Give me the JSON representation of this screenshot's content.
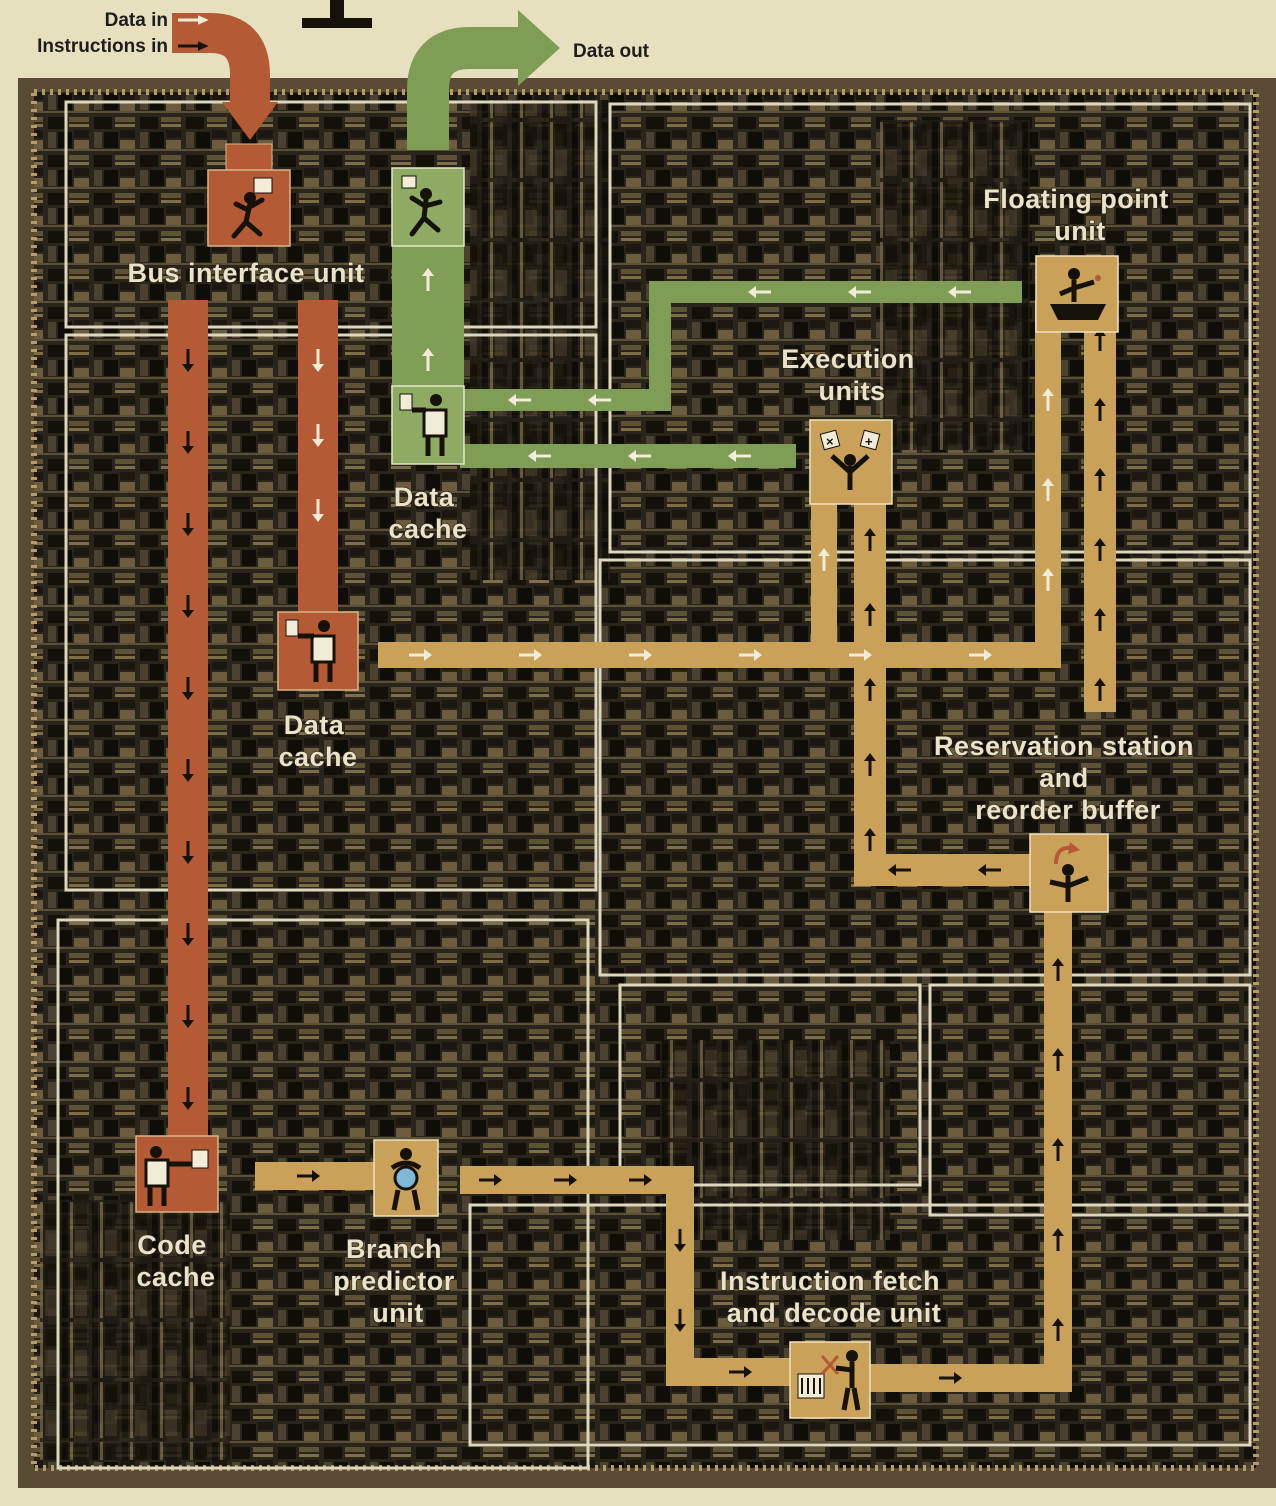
{
  "top_labels": {
    "data_in": "Data in",
    "instructions_in": "Instructions in",
    "data_out": "Data out"
  },
  "units": {
    "bus_interface": [
      "Bus interface unit"
    ],
    "data_cache_upper": [
      "Data",
      "cache"
    ],
    "data_cache_lower": [
      "Data",
      "cache"
    ],
    "floating_point": [
      "Floating point",
      "unit"
    ],
    "execution_units": [
      "Execution",
      "units"
    ],
    "reservation_station": [
      "Reservation station",
      "and",
      "reorder buffer"
    ],
    "code_cache": [
      "Code",
      "cache"
    ],
    "branch_predictor": [
      "Branch",
      "predictor",
      "unit"
    ],
    "instruction_fetch": [
      "Instruction fetch",
      "and decode unit"
    ]
  },
  "icons": {
    "bus_interface": "running-figure-icon",
    "data_cache_upper": "running-figure-icon",
    "data_cache_read": "filing-figure-icon",
    "data_cache_lower": "filing-figure-icon",
    "floating_point": "boat-figure-icon",
    "execution_units": "juggling-math-figure-icon",
    "reservation_station": "reorder-figure-icon",
    "code_cache": "filing-figure-icon",
    "branch_predictor": "crystal-ball-figure-icon",
    "instruction_fetch": "scissors-figure-icon"
  },
  "flow_colors": {
    "input_path": "#b45a34",
    "data_out_path": "#7f9d55",
    "instruction_path": "#c9a158",
    "die_background": "#262219",
    "box_outline": "#ddd8bd"
  }
}
